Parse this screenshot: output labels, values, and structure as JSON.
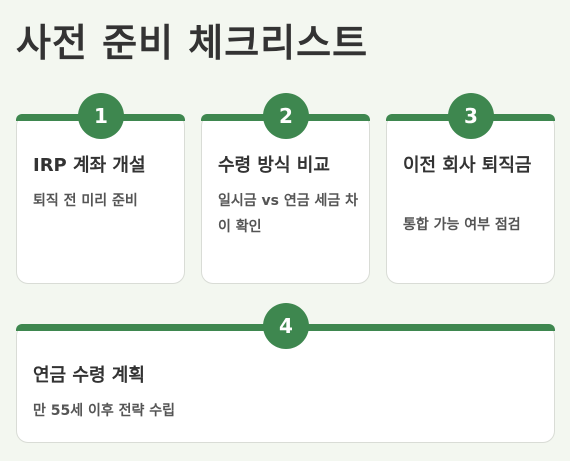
{
  "title": "사전 준비 체크리스트",
  "steps": [
    {
      "number": "1",
      "title": "IRP 계좌 개설",
      "desc": "퇴직 전 미리 준비"
    },
    {
      "number": "2",
      "title": "수령 방식 비교",
      "desc": "일시금 vs 연금 세금 차이 확인"
    },
    {
      "number": "3",
      "title": "이전 회사 퇴직금",
      "desc": "통합 가능 여부 점검"
    },
    {
      "number": "4",
      "title": "연금 수령 계획",
      "desc": "만 55세 이후 전략 수립"
    }
  ],
  "colors": {
    "accent": "#3e874f",
    "background": "#f3f7f0",
    "card": "#ffffff",
    "title_text": "#333333"
  }
}
